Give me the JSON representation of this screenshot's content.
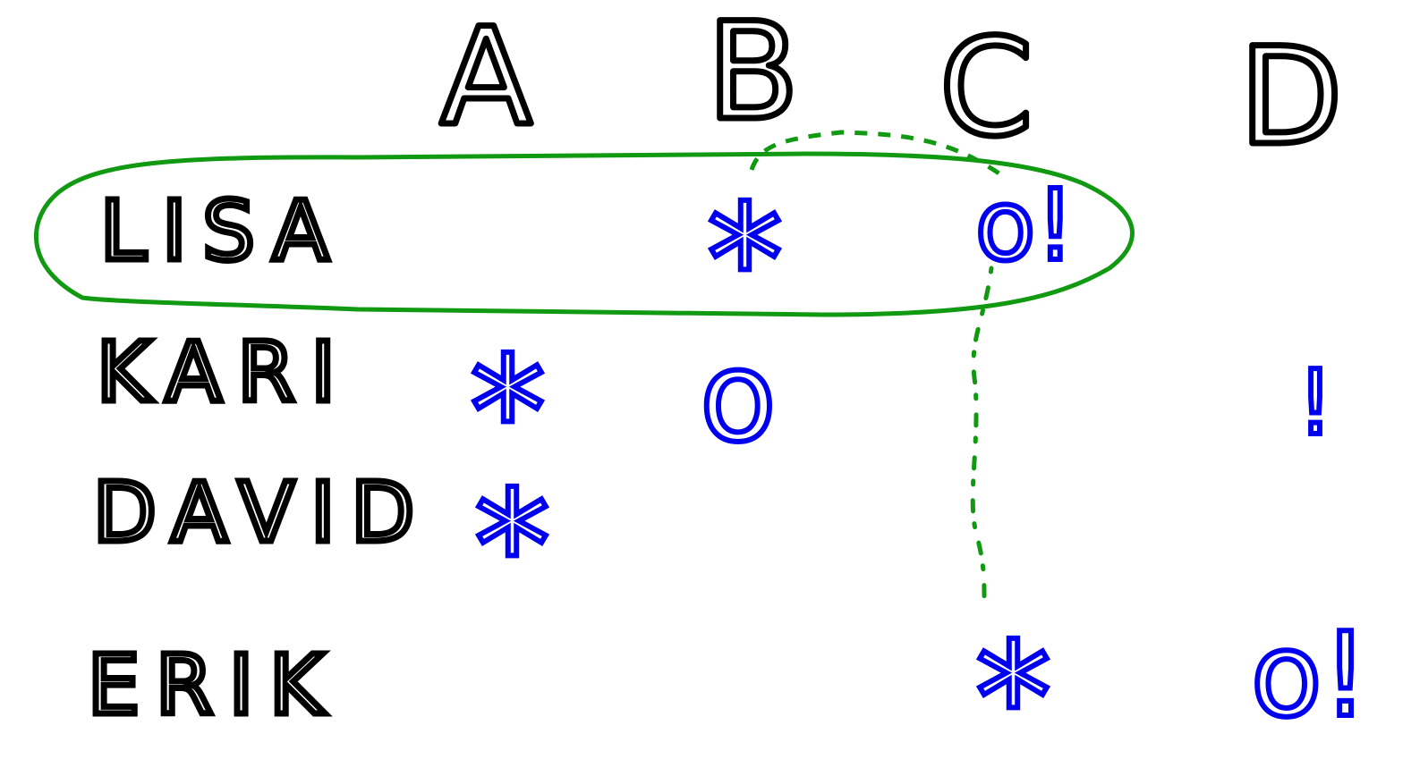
{
  "columns": [
    "A",
    "B",
    "C",
    "D"
  ],
  "rows": [
    {
      "name": "LISA",
      "cells": [
        "",
        "*",
        "o!",
        ""
      ]
    },
    {
      "name": "KARI",
      "cells": [
        "*",
        "o",
        "",
        "!"
      ]
    },
    {
      "name": "DAVID",
      "cells": [
        "*",
        "",
        "",
        ""
      ]
    },
    {
      "name": "ERIK",
      "cells": [
        "",
        "",
        "*",
        "o!"
      ]
    }
  ],
  "colors": {
    "ink": "#000000",
    "marks": "#0000ee",
    "highlight": "#119911"
  }
}
